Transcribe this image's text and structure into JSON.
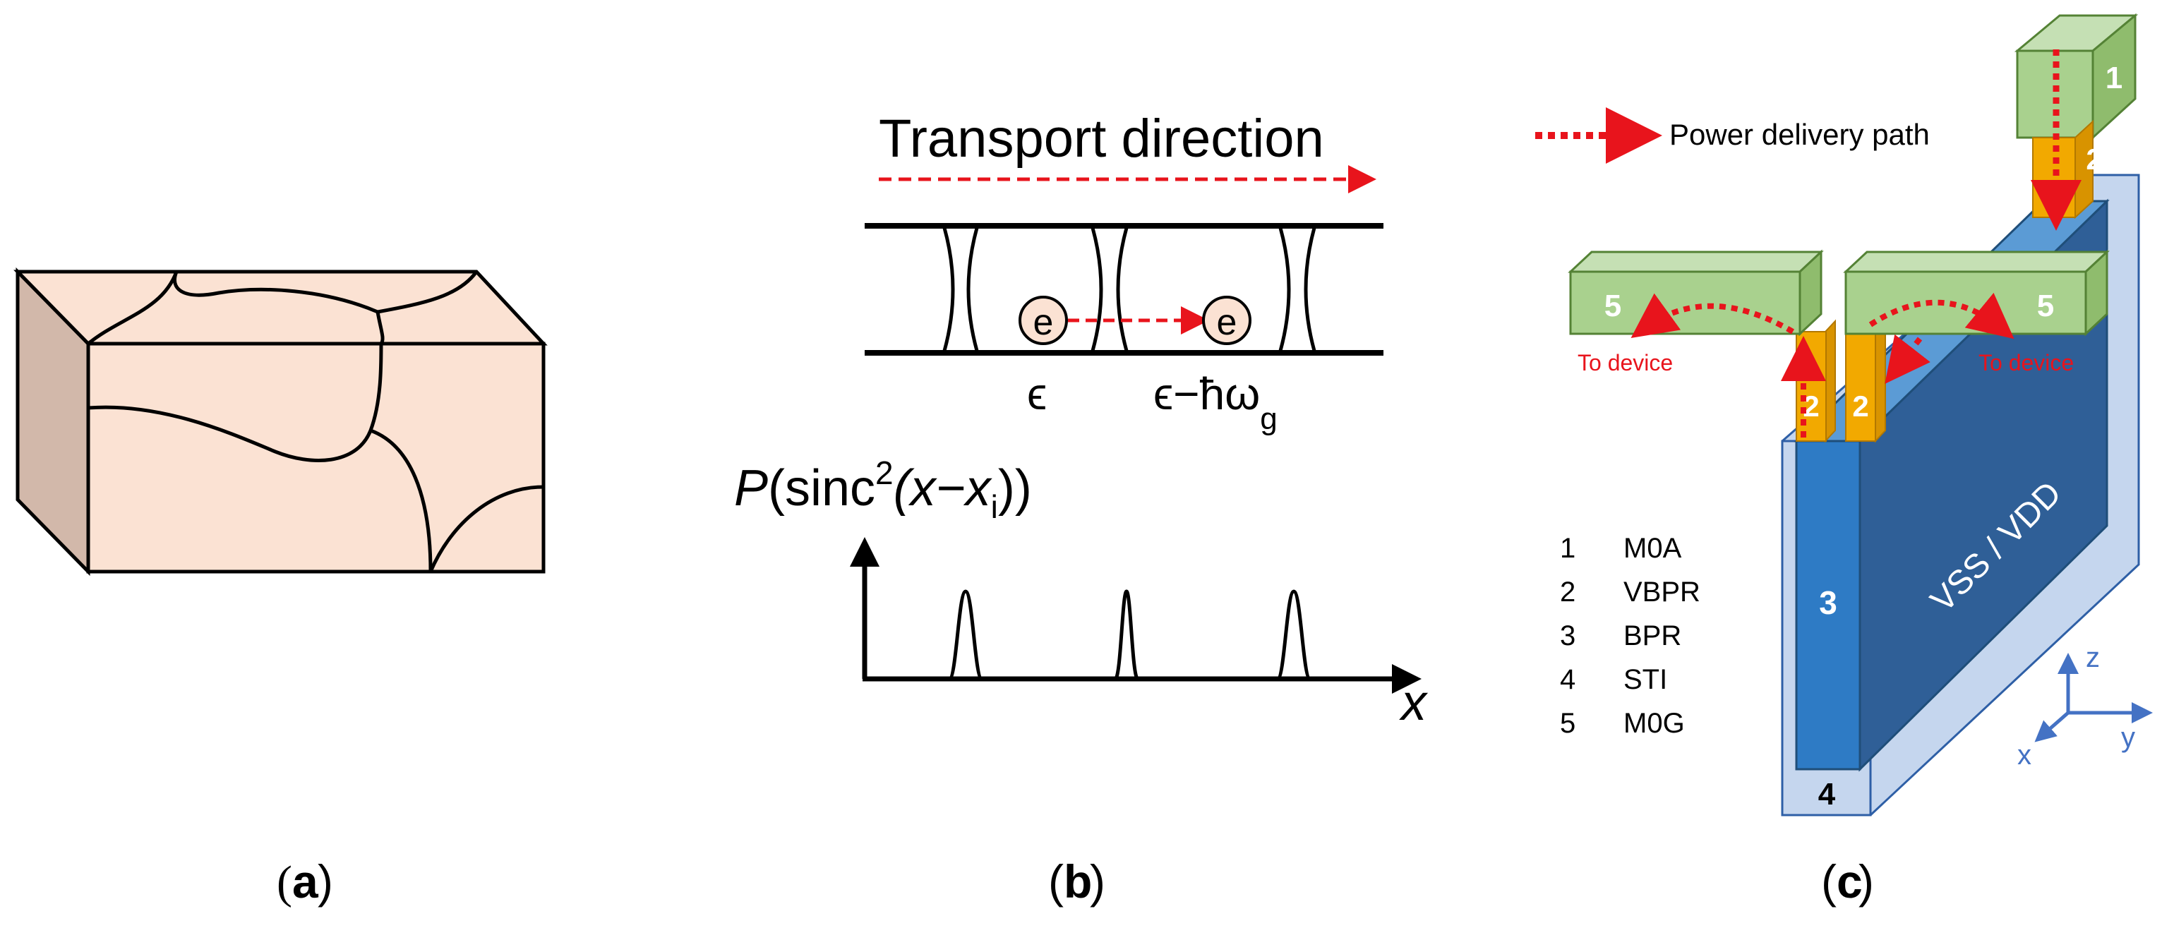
{
  "panels": {
    "a": {
      "caption_open": "(",
      "caption_letter": "a",
      "caption_close": ")"
    },
    "b": {
      "caption_open": "(",
      "caption_letter": "b",
      "caption_close": ")",
      "transport_label": "Transport direction",
      "electron_symbol": "e",
      "energy_left": "ϵ",
      "energy_right": "ϵ−ħω",
      "energy_right_sub": "g",
      "prob_P": "P",
      "prob_paren_open": "(sinc",
      "prob_sup": "2",
      "prob_mid": "(x−x",
      "prob_sub": "i",
      "prob_close": "))",
      "axis_x_label": "x"
    },
    "c": {
      "caption_open": "(",
      "caption_letter": "c",
      "caption_close": ")",
      "legend_label": "Power delivery path",
      "to_device_left": "To device",
      "to_device_right": "To device",
      "rail_label": "VSS / VDD",
      "block_numbers": {
        "m0a": "1",
        "vbpr": "2",
        "bpr": "3",
        "sti": "4",
        "m0g": "5"
      },
      "layer_legend": [
        {
          "num": "1",
          "name": "M0A"
        },
        {
          "num": "2",
          "name": "VBPR"
        },
        {
          "num": "3",
          "name": "BPR"
        },
        {
          "num": "4",
          "name": "STI"
        },
        {
          "num": "5",
          "name": "M0G"
        }
      ],
      "axes": {
        "z": "z",
        "y": "y",
        "x": "x"
      }
    }
  },
  "colors": {
    "grain_fill": "#fbe2d3",
    "grain_side": "#d2b8aa",
    "path_red": "#e8141c",
    "m0_green": "#a9d18e",
    "via_orange": "#f2a900",
    "bpr_blue": "#2e74b5",
    "rail_blue": "#2f5f97",
    "sti_light": "#c5d6ee",
    "axis_blue": "#4472c4"
  }
}
